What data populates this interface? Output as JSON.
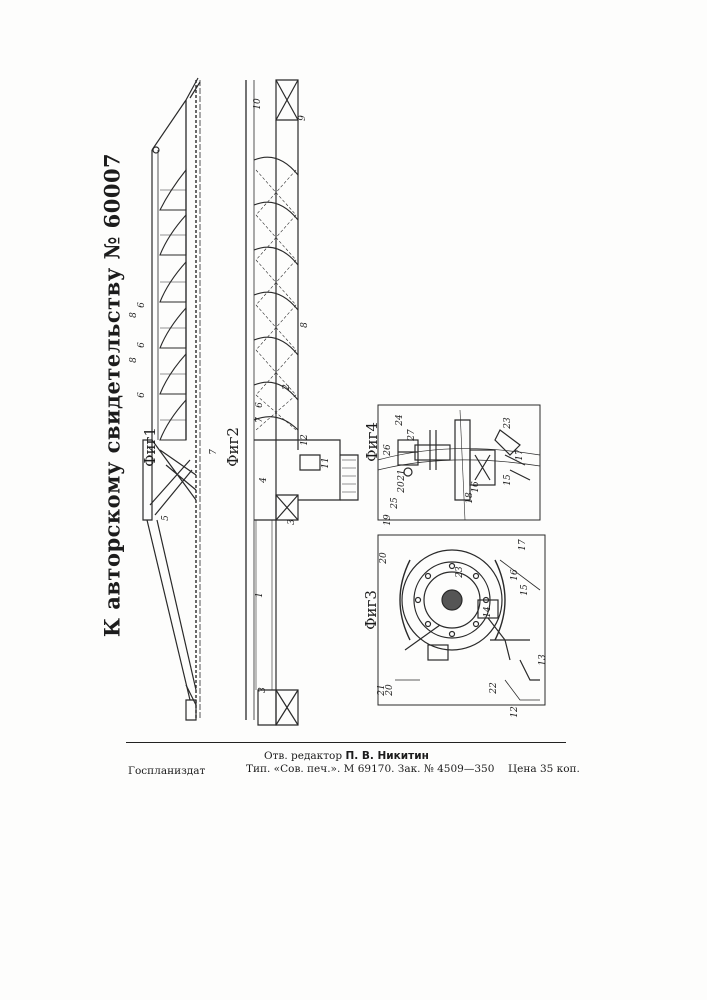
{
  "document": {
    "title": "К авторскому свидетельству № 60007",
    "figures": {
      "fig1": "Фиг1",
      "fig2": "Фиг2",
      "fig3": "Фиг3",
      "fig4": "Фиг4"
    },
    "part_numbers": {
      "fig1": [
        "5",
        "6",
        "6",
        "6",
        "8",
        "8",
        "7"
      ],
      "fig2": [
        "10",
        "9",
        "8",
        "2",
        "6",
        "7",
        "12",
        "11",
        "4",
        "3",
        "1",
        "3"
      ],
      "fig3": [
        "20",
        "19",
        "23",
        "16",
        "17",
        "15",
        "14",
        "21",
        "20",
        "22",
        "12",
        "13"
      ],
      "fig4": [
        "24",
        "25",
        "27",
        "26",
        "20",
        "21",
        "17",
        "15",
        "16",
        "18",
        "23"
      ]
    },
    "footer": {
      "editor_prefix": "Отв. редактор",
      "editor_name": "П. В. Никитин",
      "publisher": "Госпланиздат",
      "print_info": "Тип. «Сов. печ.». М 69170. Зак. № 4509—350",
      "price": "Цена 35 коп."
    }
  }
}
